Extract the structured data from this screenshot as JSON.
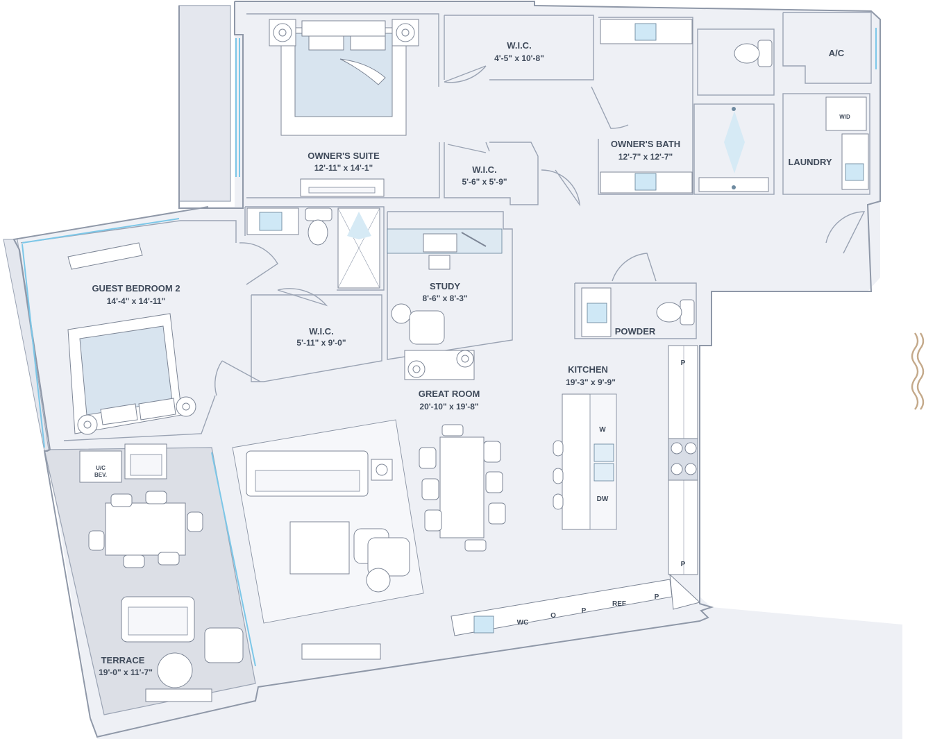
{
  "rooms": {
    "owners_suite": {
      "name": "OWNER'S SUITE",
      "dims": "12'-11\" x 14'-1\""
    },
    "wic_top": {
      "name": "W.I.C.",
      "dims": "4'-5\" x 10'-8\""
    },
    "wic_mid": {
      "name": "W.I.C.",
      "dims": "5'-6\" x 5'-9\""
    },
    "owners_bath": {
      "name": "OWNER'S BATH",
      "dims": "12'-7\" x 12'-7\""
    },
    "ac": {
      "name": "A/C"
    },
    "laundry": {
      "name": "LAUNDRY"
    },
    "guest_bedroom": {
      "name": "GUEST BEDROOM 2",
      "dims": "14'-4\" x 14'-11\""
    },
    "wic_guest": {
      "name": "W.I.C.",
      "dims": "5'-11\" x 9'-0\""
    },
    "study": {
      "name": "STUDY",
      "dims": "8'-6\" x 8'-3\""
    },
    "powder": {
      "name": "POWDER"
    },
    "great_room": {
      "name": "GREAT ROOM",
      "dims": "20'-10\" x 19'-8\""
    },
    "kitchen": {
      "name": "KITCHEN",
      "dims": "19'-3\" x 9'-9\""
    },
    "terrace": {
      "name": "TERRACE",
      "dims": "19'-0\" x 11'-7\""
    }
  },
  "fixtures": {
    "washer_dryer": "W/D",
    "pantry": "P",
    "washer": "W",
    "dishwasher": "DW",
    "wine_cooler": "WC",
    "oven": "O",
    "refrigerator": "REF",
    "uc_bev_line1": "U/C",
    "uc_bev_line2": "BEV."
  },
  "colors": {
    "floor": "#eef0f5",
    "terrace_floor": "#dcdfe6",
    "wall": "#9aa3b3",
    "glass": "#7cc7e8",
    "water": "#cfe8f6",
    "text": "#3f4a5a"
  }
}
